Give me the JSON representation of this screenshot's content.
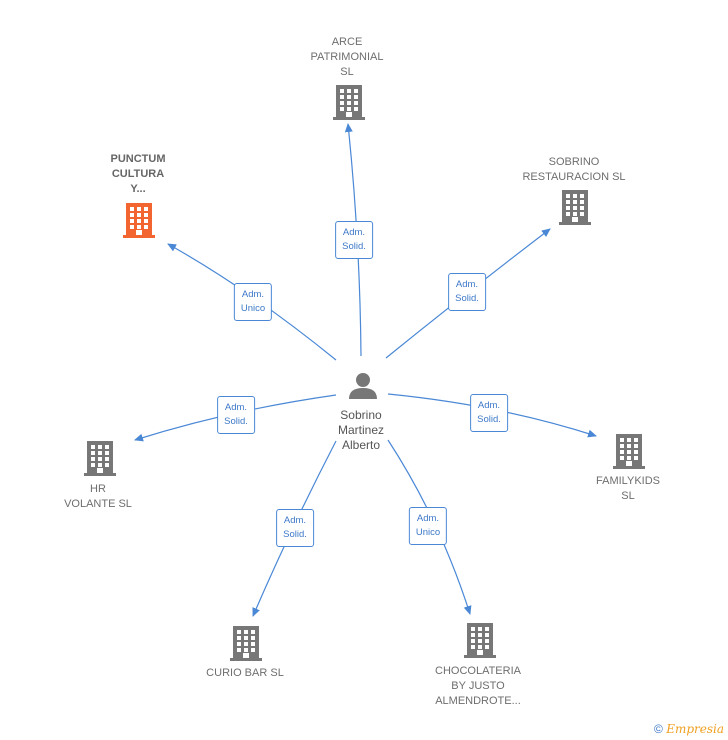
{
  "center": {
    "name": "Sobrino\nMartinez\nAlberto",
    "icon": "person-icon"
  },
  "nodes": [
    {
      "id": "arce",
      "label": "ARCE\nPATRIMONIAL\nSL",
      "icon": "building-icon",
      "color": "#777777",
      "role": "Adm.\nSolid."
    },
    {
      "id": "sobrino-restauracion",
      "label": "SOBRINO\nRESTAURACION SL",
      "icon": "building-icon",
      "color": "#777777",
      "role": "Adm.\nSolid."
    },
    {
      "id": "familykids",
      "label": "FAMILYKIDS\nSL",
      "icon": "building-icon",
      "color": "#777777",
      "role": "Adm.\nSolid."
    },
    {
      "id": "chocolateria",
      "label": "CHOCOLATERIA\nBY JUSTO\nALMENDROTE...",
      "icon": "building-icon",
      "color": "#777777",
      "role": "Adm.\nUnico"
    },
    {
      "id": "curio-bar",
      "label": "CURIO BAR  SL",
      "icon": "building-icon",
      "color": "#777777",
      "role": "Adm.\nSolid."
    },
    {
      "id": "hr-volante",
      "label": "HR\nVOLANTE  SL",
      "icon": "building-icon",
      "color": "#777777",
      "role": "Adm.\nSolid."
    },
    {
      "id": "punctum",
      "label": "PUNCTUM\nCULTURA\nY...",
      "icon": "building-icon",
      "color": "#f26430",
      "role": "Adm.\nUnico",
      "highlight": true
    }
  ],
  "colors": {
    "edge": "#4a88d6",
    "building": "#777777",
    "highlight": "#f26430",
    "person": "#777777"
  },
  "footer": {
    "copyright": "©",
    "brand": "Empresia"
  }
}
